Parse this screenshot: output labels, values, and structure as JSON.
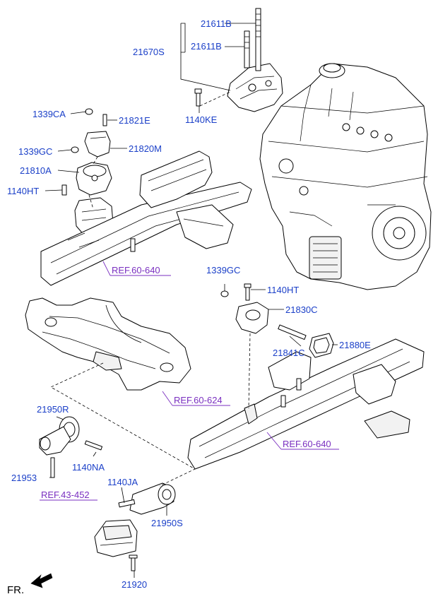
{
  "parts": [
    {
      "id": "p21611b_a",
      "text": "21611B"
    },
    {
      "id": "p21611b_b",
      "text": "21611B"
    },
    {
      "id": "p21670s",
      "text": "21670S"
    },
    {
      "id": "p1140ke",
      "text": "1140KE"
    },
    {
      "id": "p1339ca",
      "text": "1339CA"
    },
    {
      "id": "p21821e",
      "text": "21821E"
    },
    {
      "id": "p1339gc_a",
      "text": "1339GC"
    },
    {
      "id": "p21820m",
      "text": "21820M"
    },
    {
      "id": "p21810a",
      "text": "21810A"
    },
    {
      "id": "p1140ht_a",
      "text": "1140HT"
    },
    {
      "id": "p1339gc_b",
      "text": "1339GC"
    },
    {
      "id": "p1140ht_b",
      "text": "1140HT"
    },
    {
      "id": "p21830c",
      "text": "21830C"
    },
    {
      "id": "p21841c",
      "text": "21841C"
    },
    {
      "id": "p21880e",
      "text": "21880E"
    },
    {
      "id": "p21950r",
      "text": "21950R"
    },
    {
      "id": "p1140na",
      "text": "1140NA"
    },
    {
      "id": "p21953",
      "text": "21953"
    },
    {
      "id": "p1140ja",
      "text": "1140JA"
    },
    {
      "id": "p21950s",
      "text": "21950S"
    },
    {
      "id": "p21920",
      "text": "21920"
    }
  ],
  "references": [
    {
      "id": "ref_60_640_a",
      "text": "REF.60-640"
    },
    {
      "id": "ref_60_624",
      "text": "REF.60-624"
    },
    {
      "id": "ref_60_640_b",
      "text": "REF.60-640"
    },
    {
      "id": "ref_43_452",
      "text": "REF.43-452"
    }
  ],
  "direction_label": "FR.",
  "colors": {
    "part_label": "#1a3fc8",
    "reference_label": "#7a2fc0",
    "line": "#000000"
  }
}
